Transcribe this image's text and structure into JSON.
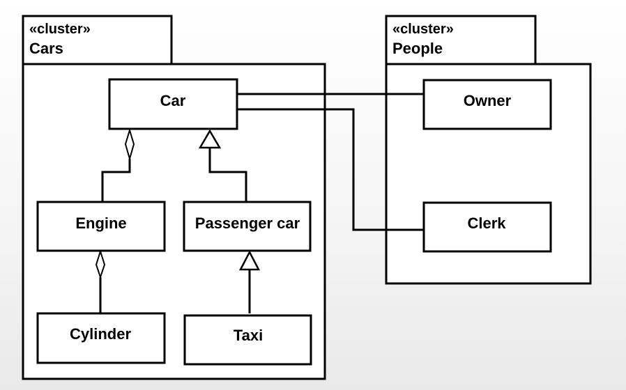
{
  "packages": {
    "cars": {
      "stereotype": "«cluster»",
      "name": "Cars"
    },
    "people": {
      "stereotype": "«cluster»",
      "name": "People"
    }
  },
  "classes": {
    "car": "Car",
    "engine": "Engine",
    "passenger_car": "Passenger car",
    "cylinder": "Cylinder",
    "taxi": "Taxi",
    "owner": "Owner",
    "clerk": "Clerk"
  }
}
